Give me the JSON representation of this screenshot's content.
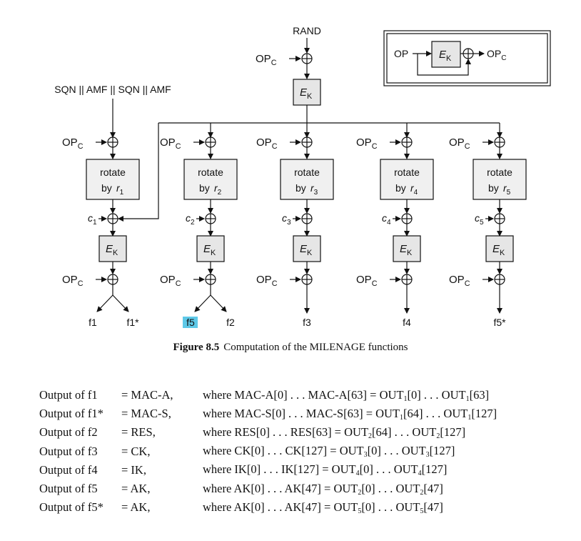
{
  "diagram": {
    "rand_label": "RAND",
    "opc_main": "OP",
    "opc_sub": "C",
    "ek_main": "E",
    "ek_sub": "K",
    "sqn_label": "SQN || AMF || SQN || AMF",
    "legend": {
      "op": "OP",
      "opc_main": "OP",
      "opc_sub": "C"
    },
    "columns": [
      {
        "rotate": "rotate",
        "by": "by",
        "r_main": "r",
        "r_sub": "1",
        "c_main": "c",
        "c_sub": "1",
        "outputs": [
          "f1",
          "f1*"
        ]
      },
      {
        "rotate": "rotate",
        "by": "by",
        "r_main": "r",
        "r_sub": "2",
        "c_main": "c",
        "c_sub": "2",
        "outputs": [
          "f5",
          "f2"
        ]
      },
      {
        "rotate": "rotate",
        "by": "by",
        "r_main": "r",
        "r_sub": "3",
        "c_main": "c",
        "c_sub": "3",
        "outputs": [
          "f3"
        ]
      },
      {
        "rotate": "rotate",
        "by": "by",
        "r_main": "r",
        "r_sub": "4",
        "c_main": "c",
        "c_sub": "4",
        "outputs": [
          "f4"
        ]
      },
      {
        "rotate": "rotate",
        "by": "by",
        "r_main": "r",
        "r_sub": "5",
        "c_main": "c",
        "c_sub": "5",
        "outputs": [
          "f5*"
        ]
      }
    ],
    "highlight_color": "#5ec9e8"
  },
  "caption": {
    "label": "Figure 8.5",
    "text": "Computation of the MILENAGE functions"
  },
  "outputs": [
    {
      "fn": "Output of f1",
      "eq": "= MAC-A,",
      "where": "where MAC-A[0] . . . MAC-A[63] = ",
      "out_a": "OUT",
      "sub_a": "1",
      "idx_a": "[0] . . . ",
      "out_b": "OUT",
      "sub_b": "1",
      "idx_b": "[63]"
    },
    {
      "fn": "Output of f1*",
      "eq": "= MAC-S,",
      "where": "where MAC-S[0] . . . MAC-S[63] = ",
      "out_a": "OUT",
      "sub_a": "1",
      "idx_a": "[64] . . . ",
      "out_b": "OUT",
      "sub_b": "1",
      "idx_b": "[127]"
    },
    {
      "fn": "Output of f2",
      "eq": "= RES,",
      "where": "where RES[0] . . . RES[63] = ",
      "out_a": "OUT",
      "sub_a": "2",
      "idx_a": "[64] . . . ",
      "out_b": "OUT",
      "sub_b": "2",
      "idx_b": "[127]"
    },
    {
      "fn": "Output of f3",
      "eq": "= CK,",
      "where": "where CK[0] . . . CK[127] = ",
      "out_a": "OUT",
      "sub_a": "3",
      "idx_a": "[0] . . . ",
      "out_b": "OUT",
      "sub_b": "3",
      "idx_b": "[127]"
    },
    {
      "fn": "Output of f4",
      "eq": "= IK,",
      "where": "where IK[0] . . . IK[127] = ",
      "out_a": "OUT",
      "sub_a": "4",
      "idx_a": "[0] . . . ",
      "out_b": "OUT",
      "sub_b": "4",
      "idx_b": "[127]"
    },
    {
      "fn": "Output of f5",
      "eq": "= AK,",
      "where": "where AK[0] . . . AK[47] = ",
      "out_a": "OUT",
      "sub_a": "2",
      "idx_a": "[0] . . . ",
      "out_b": "OUT",
      "sub_b": "2",
      "idx_b": "[47]"
    },
    {
      "fn": "Output of f5*",
      "eq": "= AK,",
      "where": "where AK[0] . . . AK[47] = ",
      "out_a": "OUT",
      "sub_a": "5",
      "idx_a": "[0] . . . ",
      "out_b": "OUT",
      "sub_b": "5",
      "idx_b": "[47]"
    }
  ]
}
